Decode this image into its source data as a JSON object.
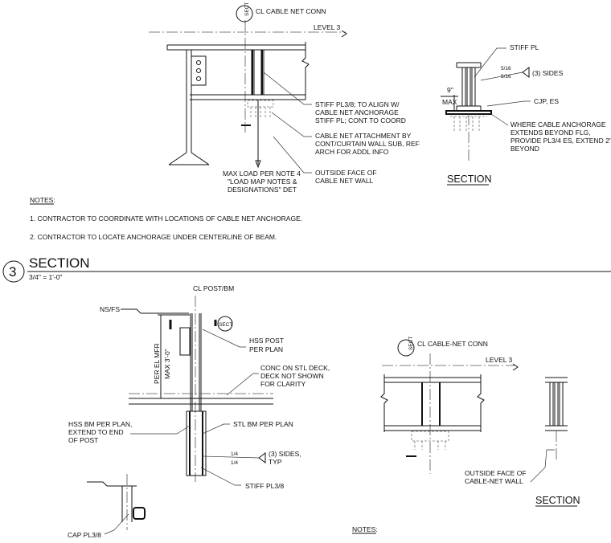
{
  "top_detail": {
    "cl_tag": "CL CABLE NET CONN",
    "level": "LEVEL 3",
    "sect_tag": "SECT",
    "callout_stiff": [
      "STIFF PL3/8; TO ALIGN W/",
      "CABLE NET ANCHORAGE",
      "STIFF PL; CONT TO COORD"
    ],
    "callout_attach": [
      "CABLE NET ATTACHMENT BY",
      "CONT/CURTAIN WALL SUB, REF",
      "ARCH FOR ADDL INFO"
    ],
    "callout_face": [
      "OUTSIDE FACE OF",
      "CABLE NET WALL"
    ],
    "callout_load": [
      "MAX LOAD PER NOTE 4",
      "\"LOAD MAP NOTES &",
      "DESIGNATIONS\" DET"
    ]
  },
  "top_section": {
    "stiff_pl": "STIFF PL",
    "weld_a": "5/16",
    "weld_b": "5/16",
    "sides": "(3) SIDES",
    "dim": "9\"",
    "max": "MAX",
    "cjp": "CJP, ES",
    "where": [
      "WHERE CABLE ANCHORAGE",
      "EXTENDS BEYOND FLG,",
      "PROVIDE PL3/4 ES, EXTEND 2\"",
      "BEYOND"
    ],
    "title": "SECTION"
  },
  "notes": {
    "heading": "NOTES:",
    "items": [
      "1.   CONTRACTOR TO COORDINATE WITH LOCATIONS OF CABLE NET ANCHORAGE.",
      "2.   CONTRACTOR TO LOCATE ANCHORAGE UNDER CENTERLINE OF BEAM."
    ]
  },
  "section3": {
    "number": "3",
    "title": "SECTION",
    "scale": "3/4\" = 1'-0\""
  },
  "post_detail": {
    "cl_post": "CL POST/BM",
    "nsfs": "NS/FS",
    "sect_tag": "SECT",
    "hss_post": [
      "HSS POST",
      "PER PLAN"
    ],
    "per_el_mfr": "PER EL MFR",
    "max_30": "MAX 3'-0\"",
    "conc": [
      "CONC ON STL DECK,",
      "DECK NOT SHOWN",
      "FOR CLARITY"
    ],
    "stl_bm": "STL BM PER PLAN",
    "hss_bm": [
      "HSS BM PER PLAN,",
      "EXTEND TO END",
      "OF POST"
    ],
    "weld_a": "1/4",
    "weld_b": "1/4",
    "sides": [
      "(3) SIDES,",
      "TYP"
    ],
    "stiff": "STIFF PL3/8",
    "cap": "CAP PL3/8"
  },
  "lower_right": {
    "sect_tag": "SECT",
    "cl_tag": "CL CABLE-NET CONN",
    "level": "LEVEL 3",
    "face": [
      "OUTSIDE FACE OF",
      "CABLE-NET WALL"
    ],
    "title": "SECTION",
    "notes": "NOTES:"
  }
}
